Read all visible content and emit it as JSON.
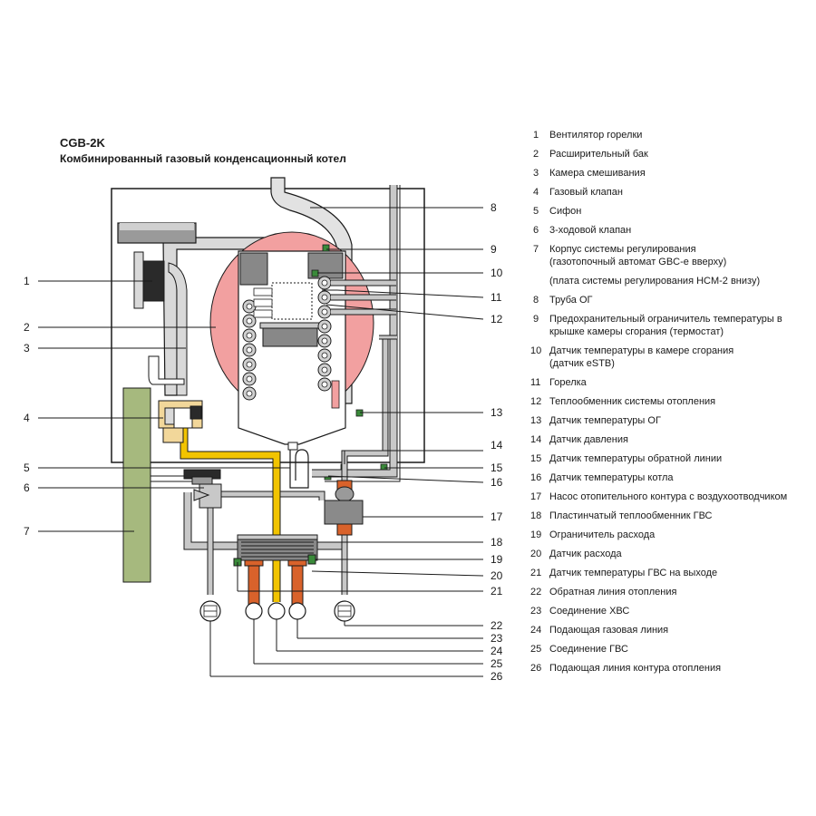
{
  "header": {
    "title": "CGB-2K",
    "subtitle": "Комбинированный газовый конденсационный котел"
  },
  "callout_numbers": [
    "1",
    "2",
    "3",
    "4",
    "5",
    "6",
    "7",
    "8",
    "9",
    "10",
    "11",
    "12",
    "13",
    "14",
    "15",
    "16",
    "17",
    "18",
    "19",
    "20",
    "21",
    "22",
    "23",
    "24",
    "25",
    "26"
  ],
  "legend": [
    {
      "num": "1",
      "text": "Вентилятор горелки"
    },
    {
      "num": "2",
      "text": "Расширительный бак"
    },
    {
      "num": "3",
      "text": "Камера смешивания"
    },
    {
      "num": "4",
      "text": "Газовый клапан"
    },
    {
      "num": "5",
      "text": "Сифон"
    },
    {
      "num": "6",
      "text": "3-ходовой клапан"
    },
    {
      "num": "7",
      "text": "Корпус системы регулирования (газотопочный автомат GBC-e вверху)",
      "note": "(плата системы регулирования HCM-2 внизу)"
    },
    {
      "num": "8",
      "text": "Труба ОГ"
    },
    {
      "num": "9",
      "text": "Предохранительный ограничитель температуры в крышке камеры сгорания (термостат)"
    },
    {
      "num": "10",
      "text": "Датчик температуры в камере сгорания (датчик eSTB)"
    },
    {
      "num": "11",
      "text": "Горелка"
    },
    {
      "num": "12",
      "text": "Теплообменник системы отопления"
    },
    {
      "num": "13",
      "text": "Датчик температуры ОГ"
    },
    {
      "num": "14",
      "text": "Датчик давления"
    },
    {
      "num": "15",
      "text": "Датчик температуры обратной линии"
    },
    {
      "num": "16",
      "text": "Датчик температуры котла"
    },
    {
      "num": "17",
      "text": "Насос отопительного контура с воздухоотводчиком"
    },
    {
      "num": "18",
      "text": "Пластинчатый теплообменник ГВС"
    },
    {
      "num": "19",
      "text": "Ограничитель расхода"
    },
    {
      "num": "20",
      "text": "Датчик расхода"
    },
    {
      "num": "21",
      "text": "Датчик температуры ГВС на выходе"
    },
    {
      "num": "22",
      "text": "Обратная линия отопления"
    },
    {
      "num": "23",
      "text": "Соединение ХВС"
    },
    {
      "num": "24",
      "text": "Подающая газовая линия"
    },
    {
      "num": "25",
      "text": "Соединение ГВС"
    },
    {
      "num": "26",
      "text": "Подающая линия контура отопления"
    }
  ],
  "colors": {
    "line": "#1a1a1a",
    "pipe_gray": "#c8c8c8",
    "dark_gray": "#7a7a7a",
    "expansion_tank": "#f2a0a0",
    "control_box": "#a6b97e",
    "gas_line": "#f2c400",
    "dhw_orange": "#d9622b"
  }
}
